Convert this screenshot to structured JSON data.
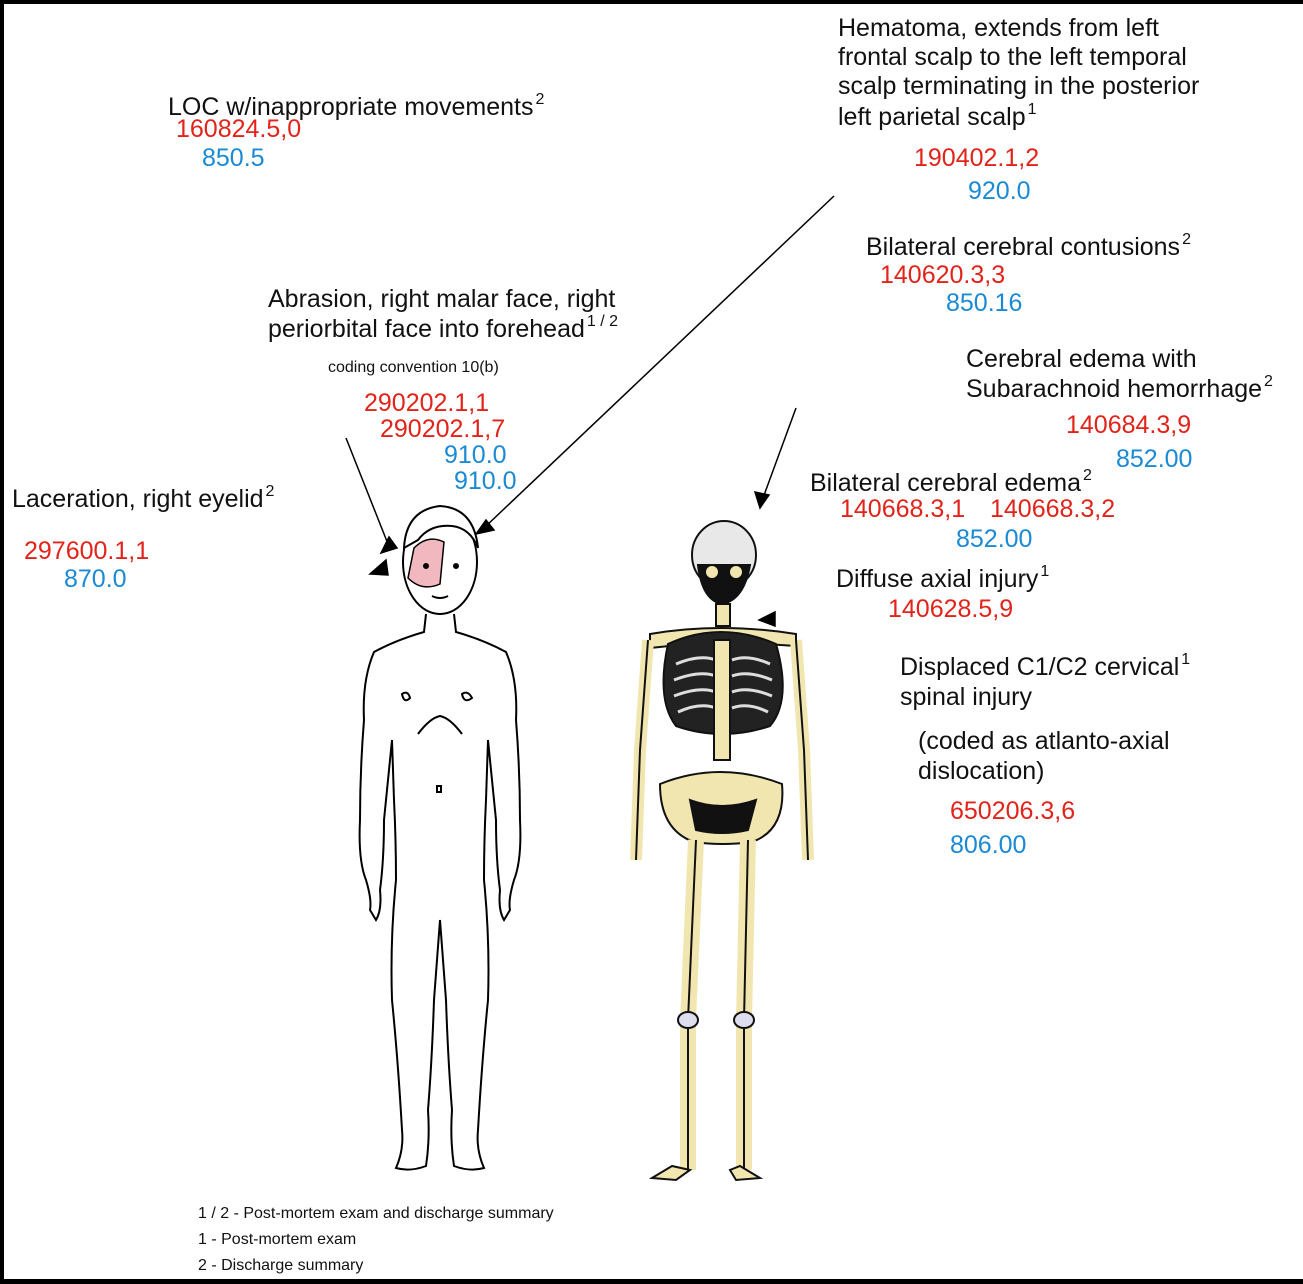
{
  "injuries": {
    "loc": {
      "label": "LOC w/inappropriate movements",
      "sup": "2",
      "ais": "160824.5,0",
      "icd": "850.5"
    },
    "hematoma": {
      "lines": [
        "Hematoma, extends from left",
        "frontal scalp to the left temporal",
        "scalp terminating in the posterior",
        "left parietal scalp"
      ],
      "sup": "1",
      "ais": "190402.1,2",
      "icd": "920.0"
    },
    "contusions": {
      "label": "Bilateral cerebral contusions",
      "sup": "2",
      "ais": "140620.3,3",
      "icd": "850.16"
    },
    "abrasion": {
      "lines": [
        "Abrasion, right malar face, right",
        "periorbital face into forehead"
      ],
      "sup": "1 / 2",
      "note": "coding convention 10(b)",
      "ais": [
        "290202.1,1",
        "290202.1,7"
      ],
      "icd": [
        "910.0",
        "910.0"
      ]
    },
    "edema_sah": {
      "lines": [
        "Cerebral edema with",
        "Subarachnoid hemorrhage"
      ],
      "sup": "2",
      "ais": "140684.3,9",
      "icd": "852.00"
    },
    "laceration": {
      "label": "Laceration, right eyelid",
      "sup": "2",
      "ais": "297600.1,1",
      "icd": "870.0"
    },
    "edema": {
      "label": "Bilateral cerebral edema",
      "sup": "2",
      "ais": [
        "140668.3,1",
        "140668.3,2"
      ],
      "icd": "852.00"
    },
    "dai": {
      "label": "Diffuse axial injury",
      "sup": "1",
      "ais": "140628.5,9"
    },
    "cervical": {
      "lines": [
        "Displaced C1/C2 cervical",
        "spinal injury"
      ],
      "sup": "1",
      "note": [
        "(coded as atlanto-axial",
        "dislocation)"
      ],
      "ais": "650206.3,6",
      "icd": "806.00"
    }
  },
  "legend": [
    "1 / 2 - Post-mortem exam and discharge summary",
    "1 - Post-mortem exam",
    "2 - Discharge summary"
  ],
  "colors": {
    "ais": "#e2231a",
    "icd": "#1a8ad4",
    "abrasion_fill": "#f2b8c0",
    "bone": "#f2e6b0",
    "bone_outline": "#111111"
  }
}
